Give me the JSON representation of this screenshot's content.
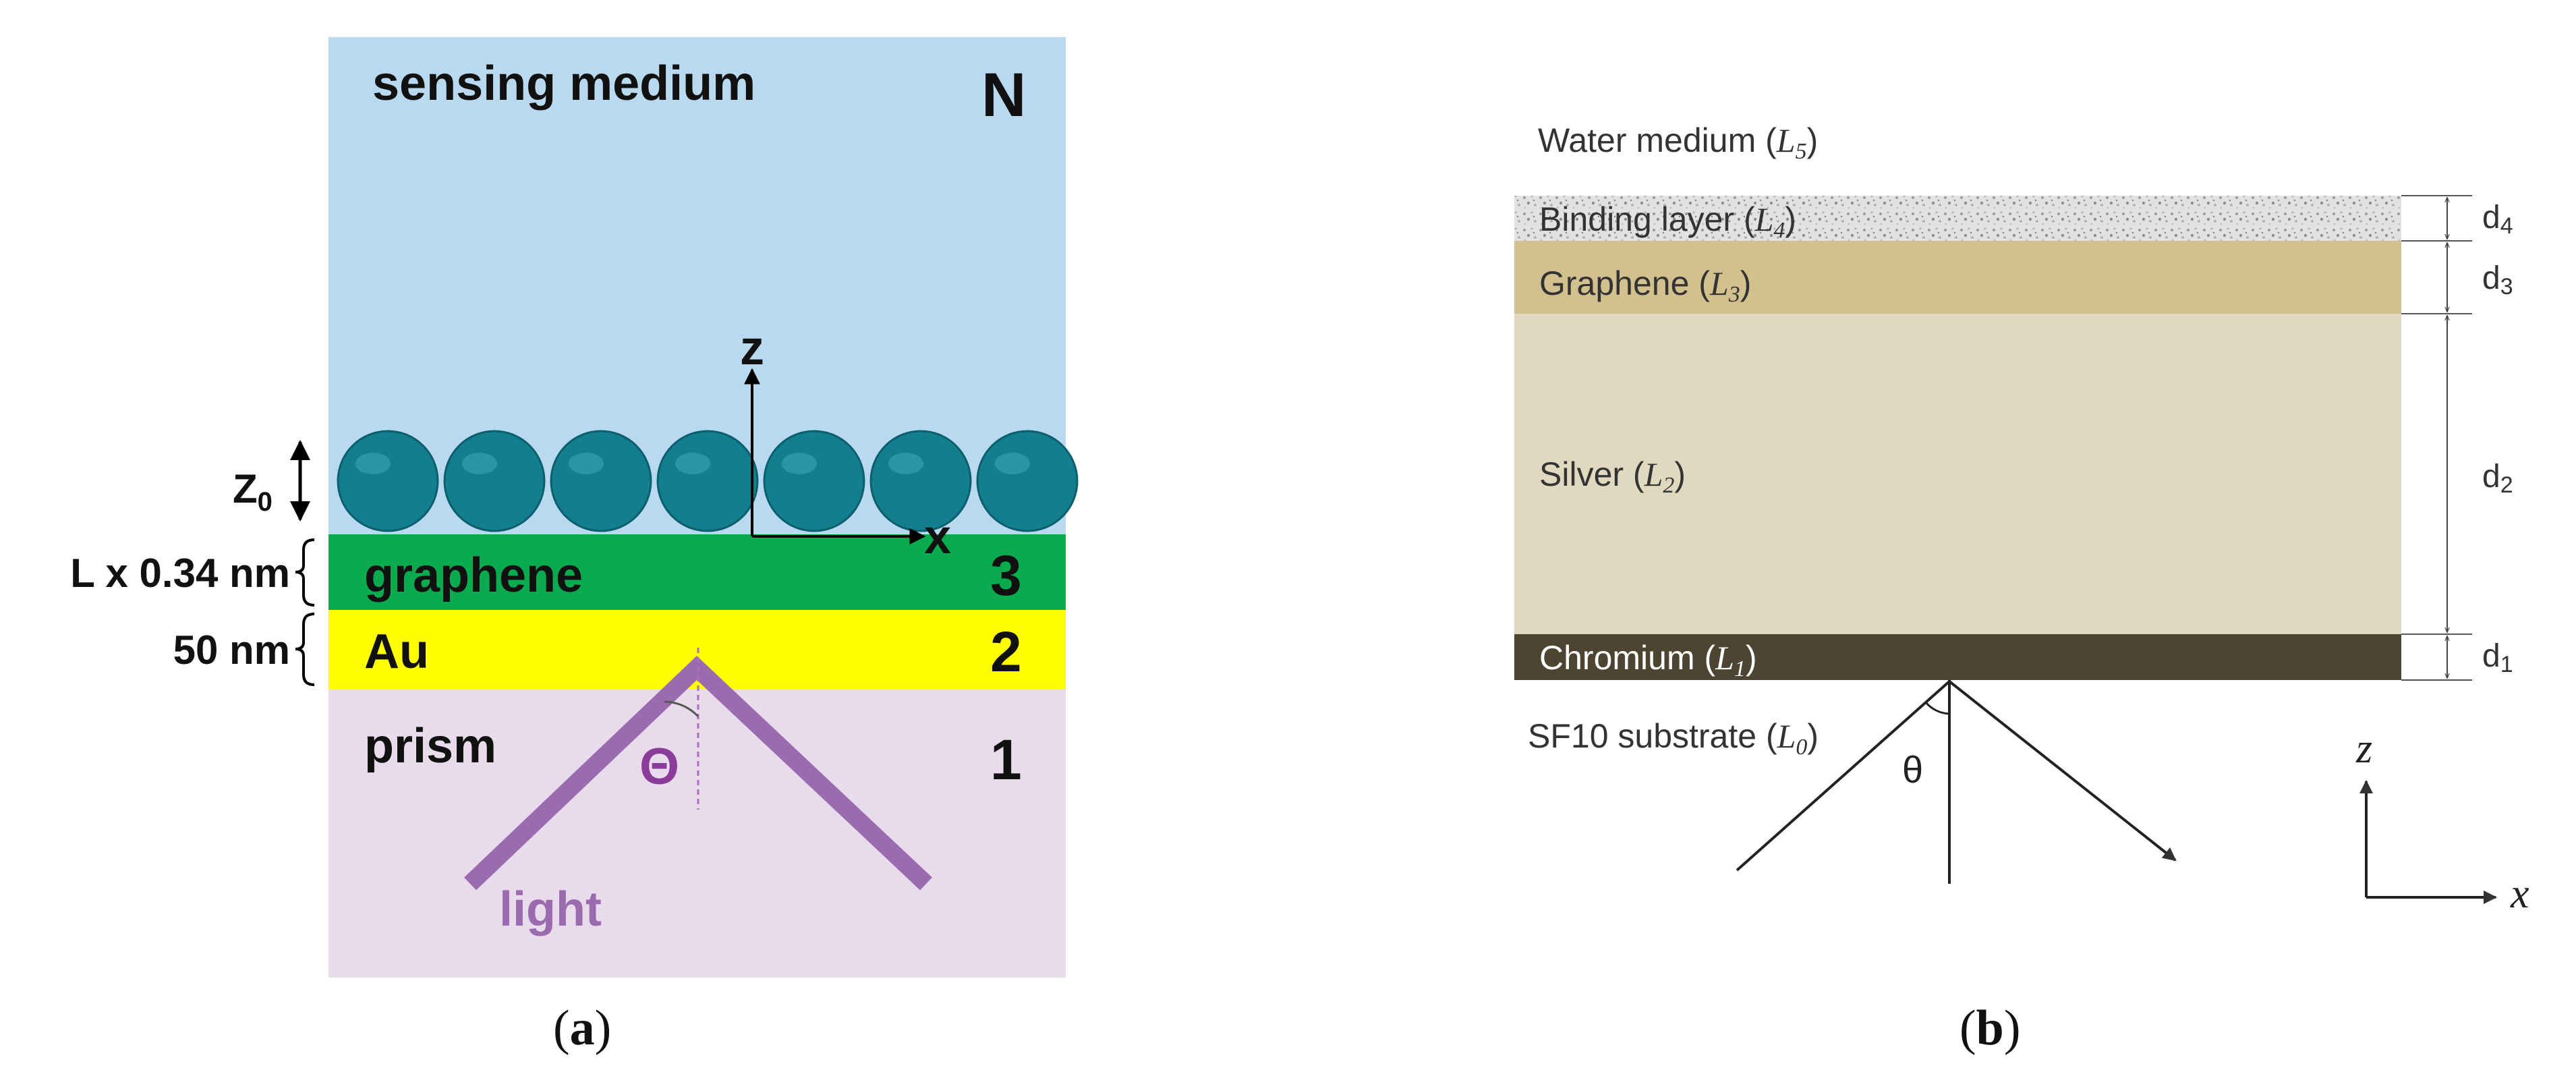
{
  "panel_a": {
    "caption_open": "(",
    "caption_letter": "a",
    "caption_close": ")",
    "medium_label": "sensing medium",
    "medium_index": "N",
    "graphene_label": "graphene",
    "graphene_index": "3",
    "gold_label": "Au",
    "gold_index": "2",
    "prism_label": "prism",
    "prism_index": "1",
    "light_label": "light",
    "angle_label": "Θ",
    "axis_z": "z",
    "axis_x": "x",
    "z0_main": "Z",
    "z0_sub": "0",
    "graphene_thickness": "L x 0.34 nm",
    "gold_thickness": "50 nm",
    "sphere_count": 7,
    "colors": {
      "medium": "#b8d9f0",
      "graphene": "#0aaa4e",
      "gold": "#ffff00",
      "prism": "#e8dcec",
      "light": "#9b6bb0",
      "sphere": "#127e8e"
    }
  },
  "panel_b": {
    "caption_open": "(",
    "caption_letter": "b",
    "caption_close": ")",
    "water_name": "Water medium (",
    "water_sym": "L",
    "water_sub": "5",
    "binding_name": "Binding layer (",
    "binding_sym": "L",
    "binding_sub": "4",
    "graphene_name": "Graphene (",
    "graphene_sym": "L",
    "graphene_sub": "3",
    "silver_name": "Silver (",
    "silver_sym": "L",
    "silver_sub": "2",
    "chromium_name": "Chromium (",
    "chromium_sym": "L",
    "chromium_sub": "1",
    "substrate_name": "SF10 substrate (",
    "substrate_sym": "L",
    "substrate_sub": "0",
    "close_paren": ")",
    "d4_main": "d",
    "d4_sub": "4",
    "d3_main": "d",
    "d3_sub": "3",
    "d2_main": "d",
    "d2_sub": "2",
    "d1_main": "d",
    "d1_sub": "1",
    "angle_label": "θ",
    "axis_z": "z",
    "axis_x": "x",
    "colors": {
      "binding": "#dcdcdc",
      "graphene": "#d2c08e",
      "silver": "#e1d9bf",
      "chromium": "#4d4431"
    }
  }
}
